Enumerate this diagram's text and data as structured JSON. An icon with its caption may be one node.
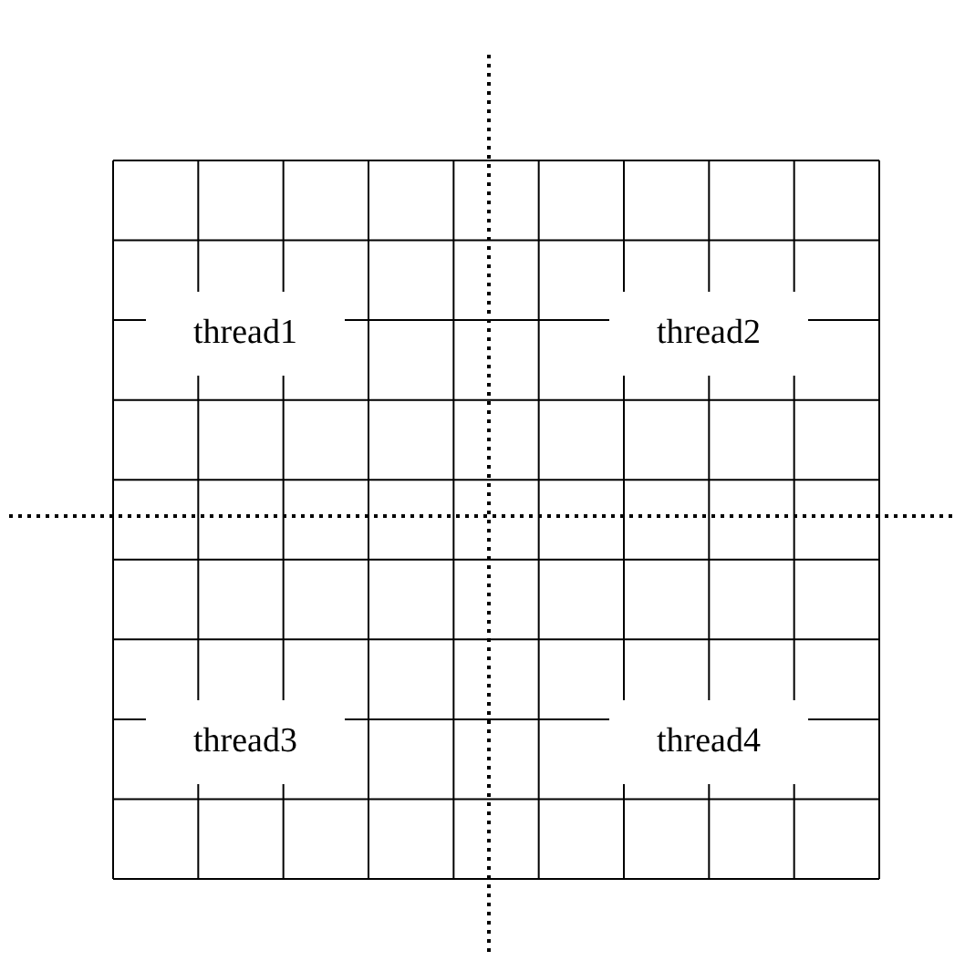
{
  "diagram": {
    "labels": [
      "thread1",
      "thread2",
      "thread3",
      "thread4"
    ]
  }
}
